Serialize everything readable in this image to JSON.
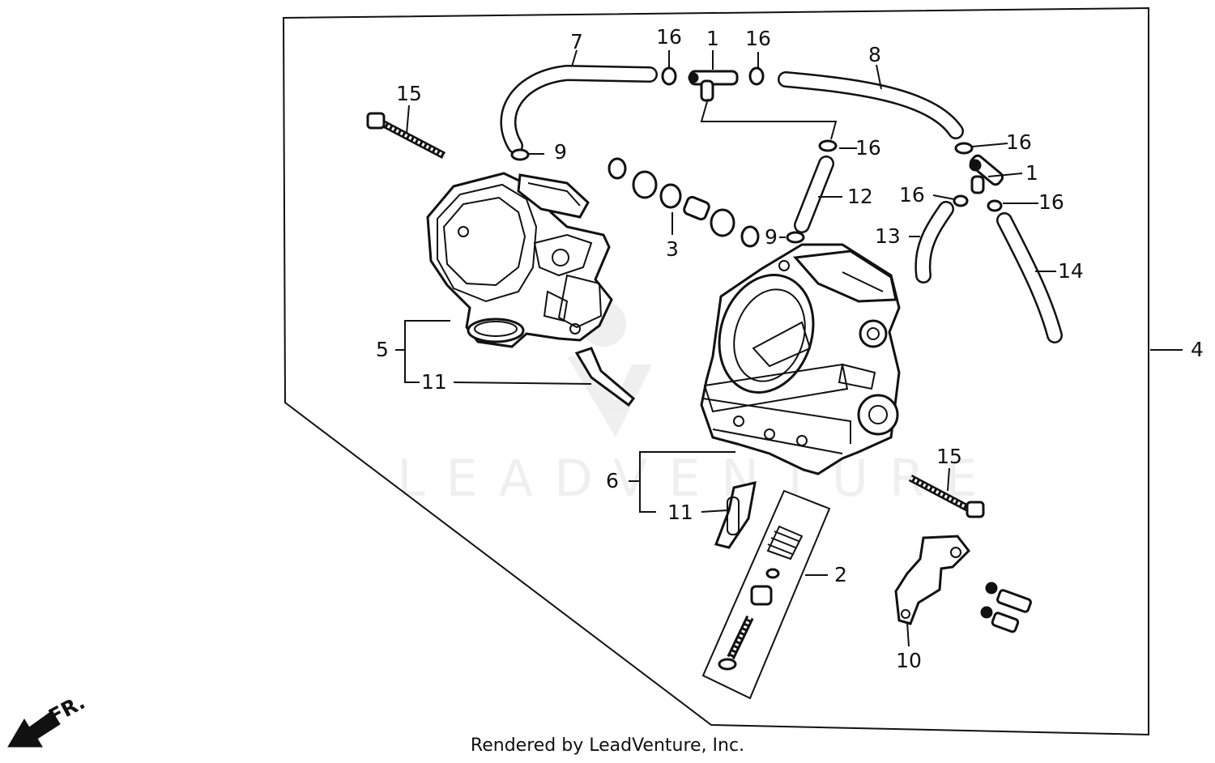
{
  "diagram": {
    "watermark": "LEADVENTURE",
    "orientation_label": "FR.",
    "callouts": {
      "c1a": "1",
      "c1b": "1",
      "c2": "2",
      "c3": "3",
      "c4": "4",
      "c5": "5",
      "c6": "6",
      "c7": "7",
      "c8": "8",
      "c9a": "9",
      "c9b": "9",
      "c10": "10",
      "c11a": "11",
      "c11b": "11",
      "c12": "12",
      "c13": "13",
      "c14": "14",
      "c15a": "15",
      "c15b": "15",
      "c16a": "16",
      "c16b": "16",
      "c16c": "16",
      "c16d": "16",
      "c16e": "16",
      "c16f": "16"
    }
  },
  "footer": {
    "credit": "Rendered by LeadVenture, Inc."
  }
}
